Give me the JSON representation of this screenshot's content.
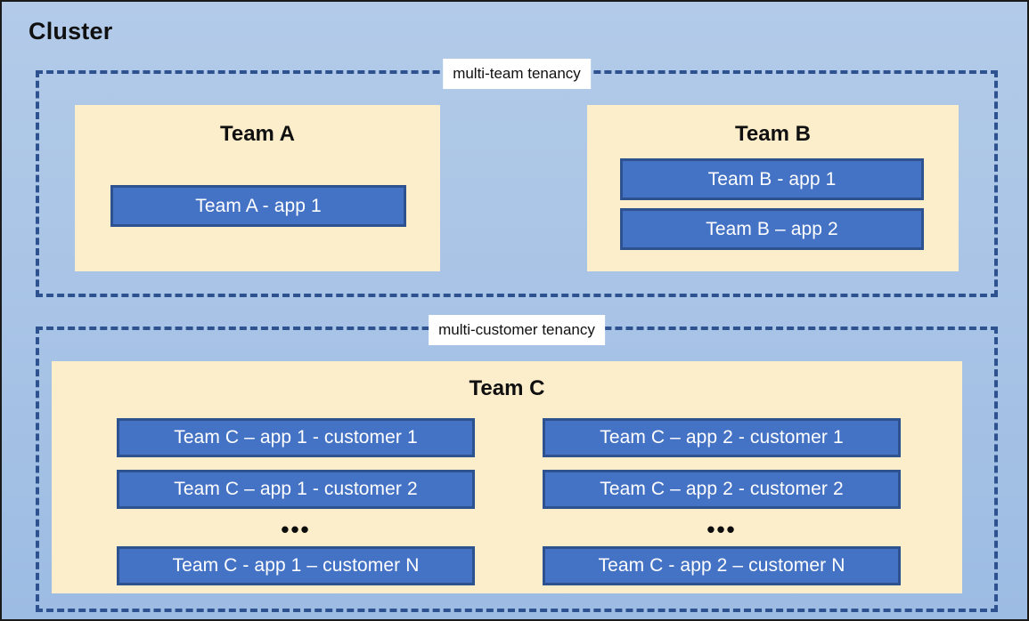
{
  "diagram": {
    "title": "Cluster",
    "colors": {
      "background_blue": "#AFC9E8",
      "outer_border": "#1A1A1A",
      "zone_dash": "#2E528F",
      "team_panel": "#FDEECB",
      "app_fill": "#4472C4",
      "app_border": "#2E528F",
      "app_text": "#FFFFFF",
      "label_background": "#FFFFFF"
    },
    "zones": [
      {
        "id": "multi-team",
        "label": "multi-team tenancy",
        "teams": [
          {
            "id": "team-a",
            "title": "Team A",
            "apps": [
              {
                "id": "team-a-app-1",
                "label": "Team A - app 1"
              }
            ]
          },
          {
            "id": "team-b",
            "title": "Team B",
            "apps": [
              {
                "id": "team-b-app-1",
                "label": "Team B - app 1"
              },
              {
                "id": "team-b-app-2",
                "label": "Team B – app 2"
              }
            ]
          }
        ]
      },
      {
        "id": "multi-customer",
        "label": "multi-customer tenancy",
        "teams": [
          {
            "id": "team-c",
            "title": "Team C",
            "columns": [
              {
                "id": "team-c-app-1",
                "apps": [
                  {
                    "id": "team-c-app1-cust1",
                    "label": "Team C – app 1 - customer 1"
                  },
                  {
                    "id": "team-c-app1-cust2",
                    "label": "Team C – app 1 - customer 2"
                  },
                  {
                    "id": "team-c-app1-custN",
                    "label": "Team C - app 1 – customer N"
                  }
                ],
                "ellipsis": "•••"
              },
              {
                "id": "team-c-app-2",
                "apps": [
                  {
                    "id": "team-c-app2-cust1",
                    "label": "Team C – app 2 - customer 1"
                  },
                  {
                    "id": "team-c-app2-cust2",
                    "label": "Team C – app 2 - customer 2"
                  },
                  {
                    "id": "team-c-app2-custN",
                    "label": "Team C - app 2 – customer N"
                  }
                ],
                "ellipsis": "•••"
              }
            ]
          }
        ]
      }
    ]
  }
}
